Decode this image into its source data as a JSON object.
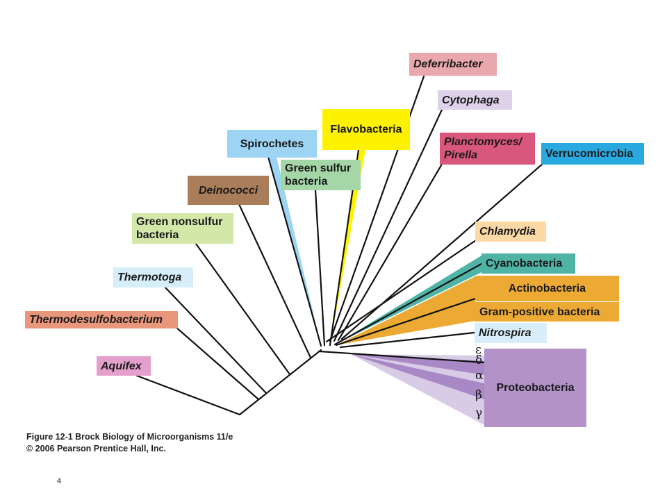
{
  "colors": {
    "deferribacter": "#e8a8ad",
    "cytophaga": "#ddd2ea",
    "flavobacteria": "#fff200",
    "planctomyces": "#d9577d",
    "verrucomicrobia": "#29a9e0",
    "spirochetes": "#9dd4f3",
    "green_sulfur": "#a5d6a7",
    "deinococci": "#a97d59",
    "green_nonsulfur": "#d3e7a8",
    "thermotoga": "#d6eefa",
    "thermodesulfobacterium": "#e8967c",
    "aquifex": "#e4a0cc",
    "chlamydia": "#fcd9a4",
    "cyanobacteria": "#4fb4a6",
    "actinobacteria": "#ecaa35",
    "gram_positive": "#ecaa35",
    "nitrospira": "#d7eefa",
    "proteobacteria": "#b392c8",
    "proteo_fan_dark": "#a889c5",
    "proteo_fan_light": "#d8cbe6"
  },
  "labels": {
    "deferribacter": "Deferribacter",
    "cytophaga": "Cytophaga",
    "flavobacteria": "Flavobacteria",
    "planctomyces": "Planctomyces/ Pirella",
    "verrucomicrobia": "Verrucomicrobia",
    "spirochetes": "Spirochetes",
    "green_sulfur": "Green sulfur bacteria",
    "deinococci": "Deinococci",
    "green_nonsulfur": "Green nonsulfur bacteria",
    "thermotoga": "Thermotoga",
    "thermodesulfobacterium": "Thermodesulfobacterium",
    "aquifex": "Aquifex",
    "chlamydia": "Chlamydia",
    "cyanobacteria": "Cyanobacteria",
    "actinobacteria": "Actinobacteria",
    "gram_positive": "Gram-positive bacteria",
    "nitrospira": "Nitrospira",
    "proteobacteria": "Proteobacteria"
  },
  "greek": {
    "epsilon": "ε",
    "delta": "δ",
    "alpha": "α",
    "beta": "β",
    "gamma": "γ"
  },
  "caption": {
    "line1": "Figure 12-1 Brock Biology of Microorganisms 11/e",
    "line2": "© 2006 Pearson Prentice Hall, Inc."
  },
  "page_number": "4"
}
